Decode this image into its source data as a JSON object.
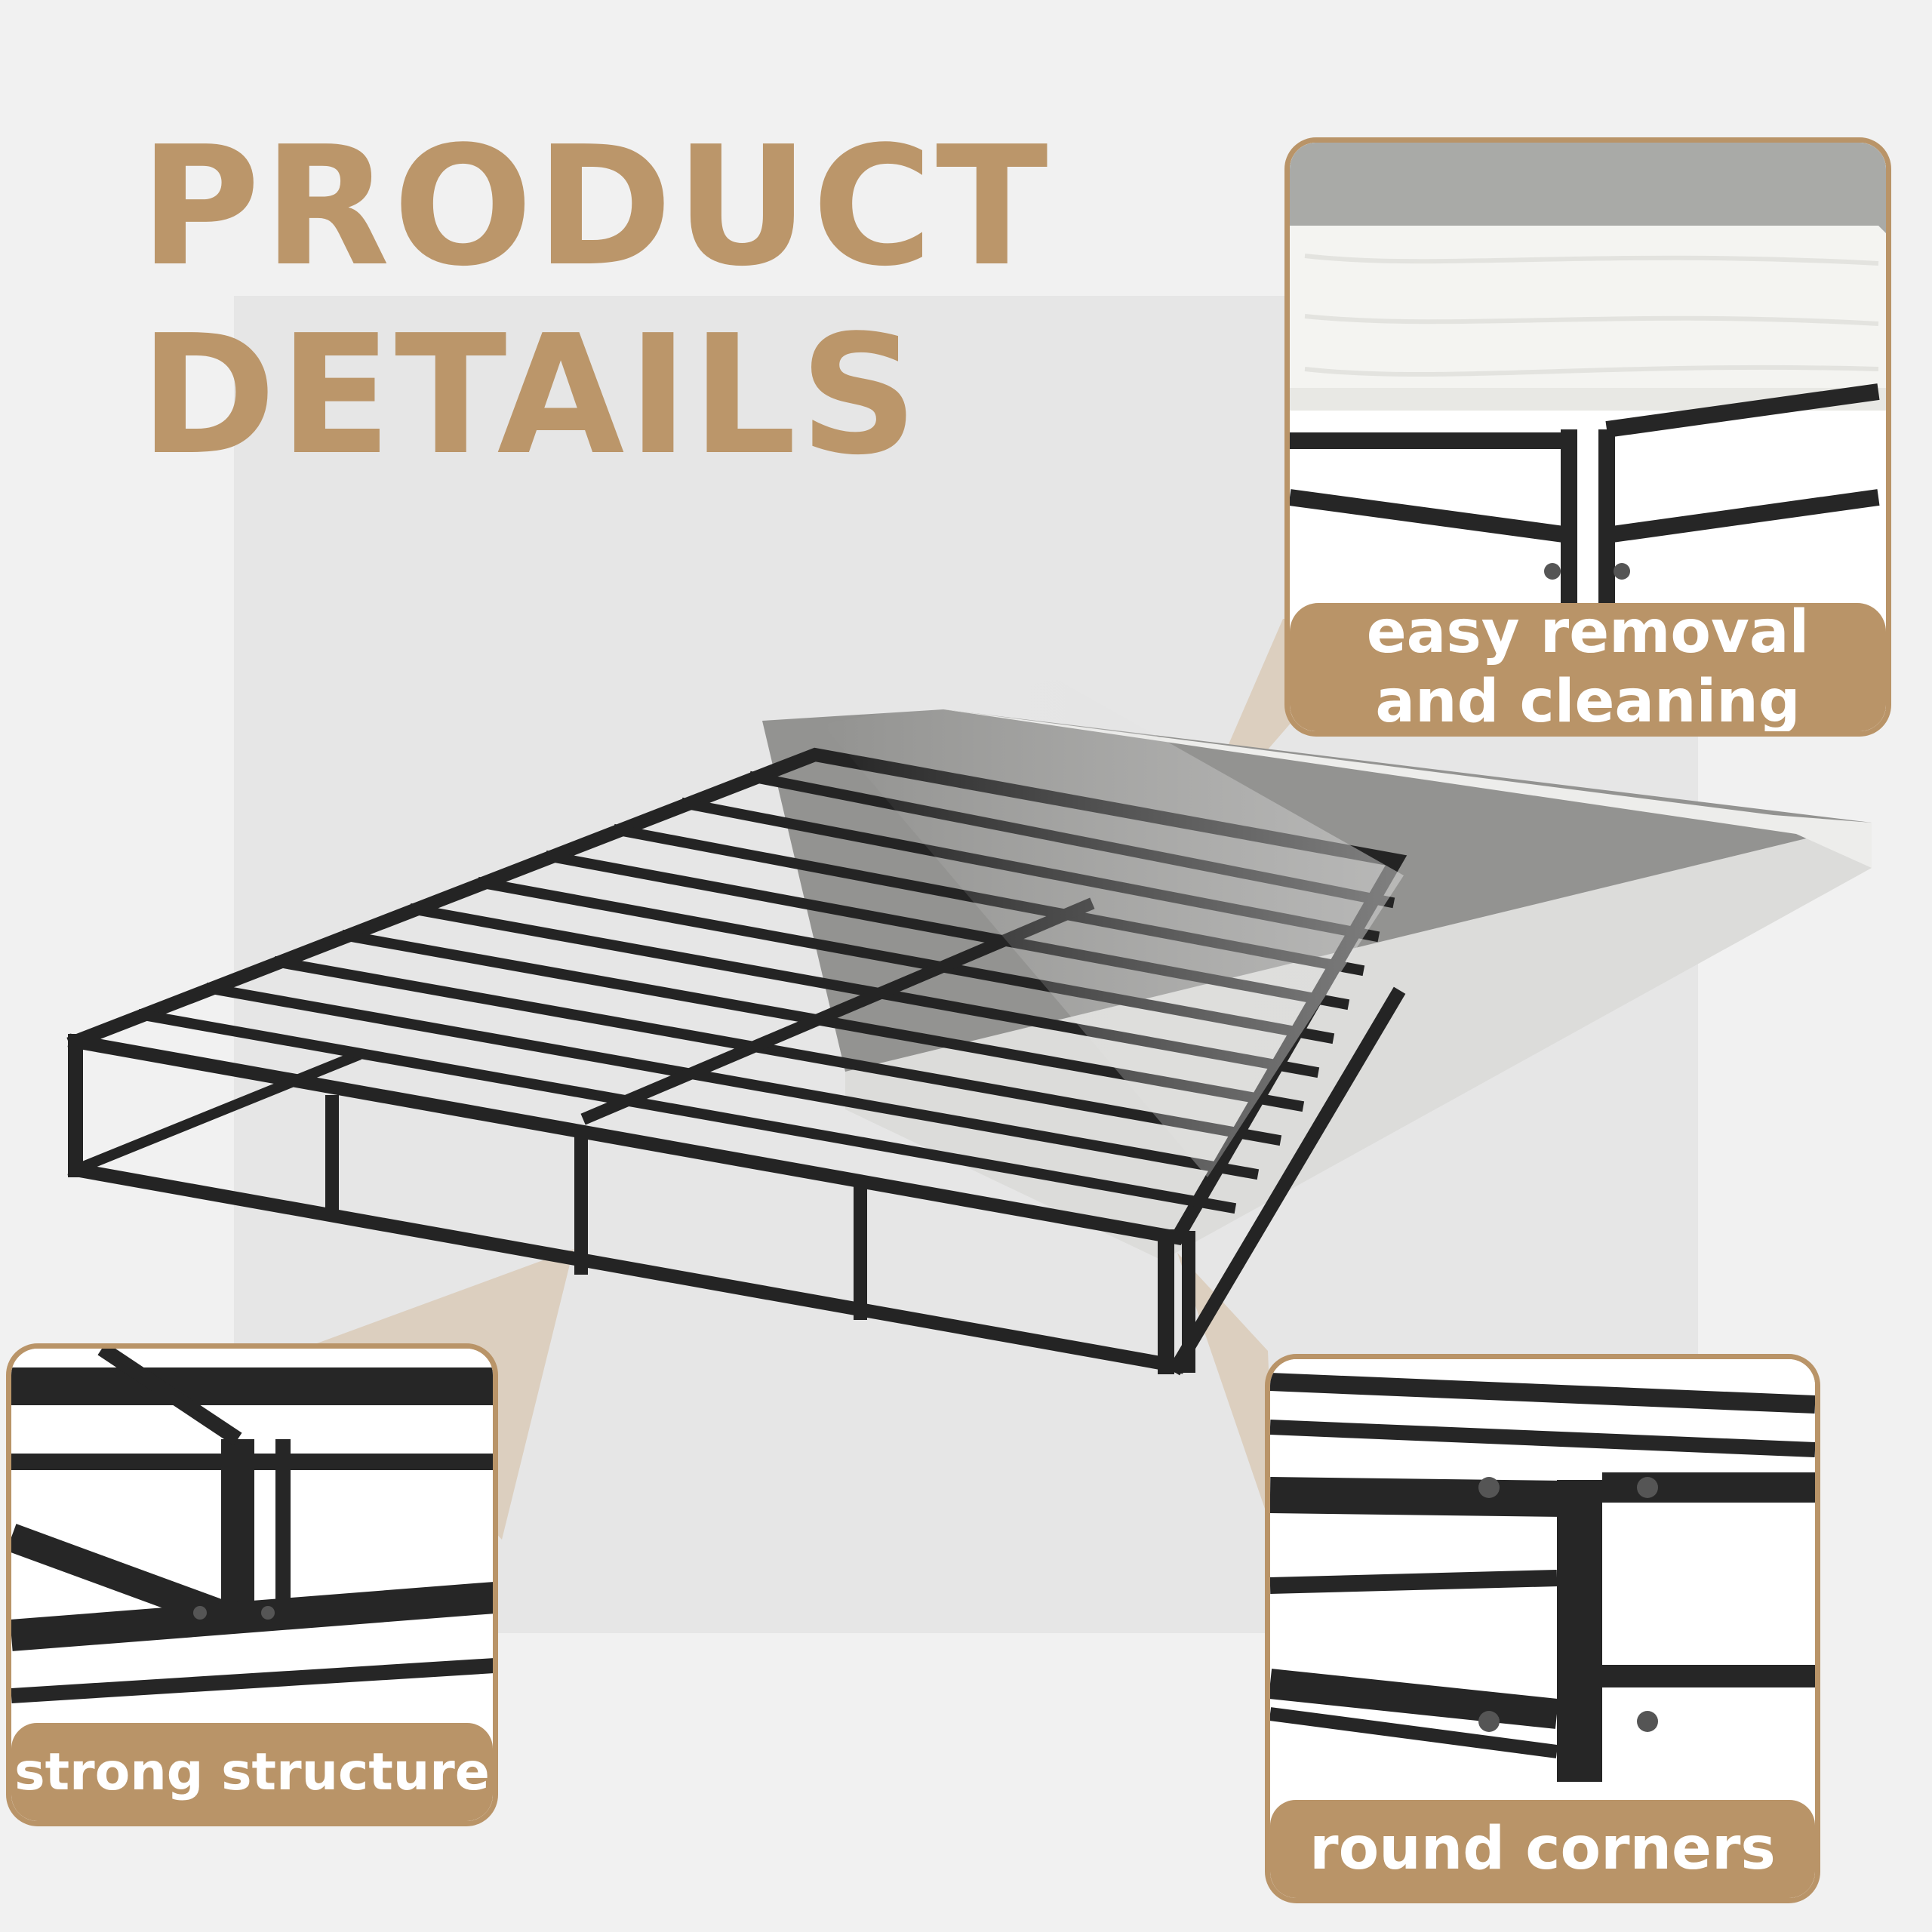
{
  "title": {
    "line1": "PRODUCT",
    "line2": "DETAILS"
  },
  "callouts": {
    "easy_removal": {
      "line1": "easy removal",
      "line2": "and cleaning"
    },
    "strong_structure": {
      "label": "strong structure"
    },
    "round_corners": {
      "label": "round corners"
    }
  },
  "colors": {
    "accent": "#b99468",
    "title": "#bb966a",
    "frame_metal": "#242424",
    "fabric": "#ececea",
    "fabric_top": "#8f8f8d",
    "background": "#f1f1f1"
  }
}
